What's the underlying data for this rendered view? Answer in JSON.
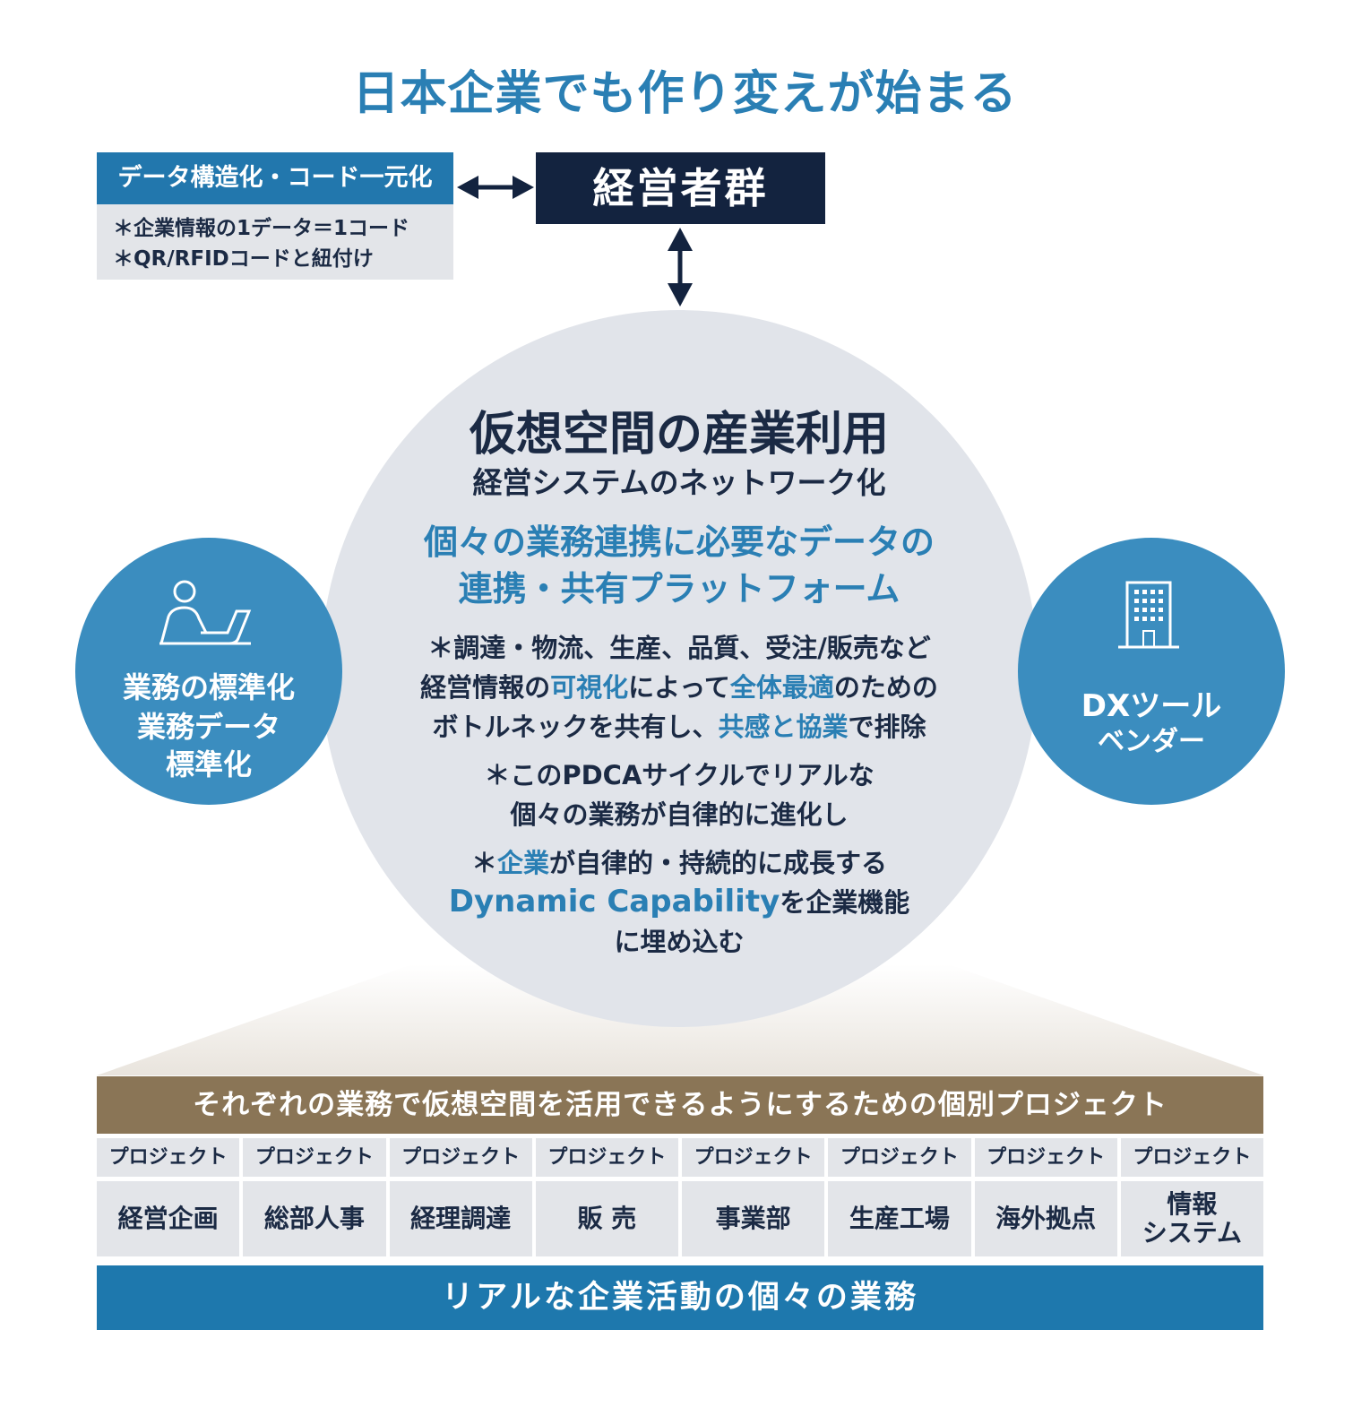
{
  "title": "日本企業でも作り変えが始まる",
  "data_code": {
    "heading": "データ構造化・コード一元化",
    "lines": [
      "＊企業情報の1データ＝1コード",
      "＊QR/RFIDコードと紐付け"
    ]
  },
  "executives": "経営者群",
  "center": {
    "title": "仮想空間の産業利用",
    "subtitle": "経営システムのネットワーク化",
    "platform_line1": "個々の業務連携に必要なデータの",
    "platform_line2": "連携・共有プラットフォーム",
    "p1_line1": "＊調達・物流、生産、品質、受注/販売など",
    "p1_line2_a": "経営情報の",
    "p1_line2_b": "可視化",
    "p1_line2_c": "によって",
    "p1_line2_d": "全体最適",
    "p1_line2_e": "のための",
    "p1_line3_a": "ボトルネックを共有し、",
    "p1_line3_b": "共感と協業",
    "p1_line3_c": "で排除",
    "p2_line1": "＊このPDCAサイクルでリアルな",
    "p2_line2": "個々の業務が自律的に進化し",
    "p3_line1_a": "＊",
    "p3_line1_b": "企業",
    "p3_line1_c": "が自律的・持続的に成長する",
    "p3_line2_a": "Dynamic Capability",
    "p3_line2_b": "を企業機能",
    "p3_line3": "に埋め込む"
  },
  "left_circle": {
    "icon": "person-at-laptop-icon",
    "lines": [
      "業務の標準化",
      "業務データ",
      "標準化"
    ]
  },
  "right_circle": {
    "icon": "office-building-icon",
    "lines": [
      "DXツール",
      "ベンダー"
    ]
  },
  "projects_header": "それぞれの業務で仮想空間を活用できるようにするための個別プロジェクト",
  "projects": [
    {
      "label": "プロジェクト",
      "name": "経営企画"
    },
    {
      "label": "プロジェクト",
      "name": "総部人事"
    },
    {
      "label": "プロジェクト",
      "name": "経理調達"
    },
    {
      "label": "プロジェクト",
      "name": "販 売"
    },
    {
      "label": "プロジェクト",
      "name": "事業部"
    },
    {
      "label": "プロジェクト",
      "name": "生産工場"
    },
    {
      "label": "プロジェクト",
      "name": "海外拠点"
    },
    {
      "label": "プロジェクト",
      "name": "情報\nシステム"
    }
  ],
  "real_ops": "リアルな企業活動の個々の業務",
  "colors": {
    "accent_blue": "#2a7fb4",
    "navy": "#13233f",
    "brown": "#8a7556",
    "circle_blue": "#3b8dbf",
    "light_gray": "#e3e5e9"
  }
}
